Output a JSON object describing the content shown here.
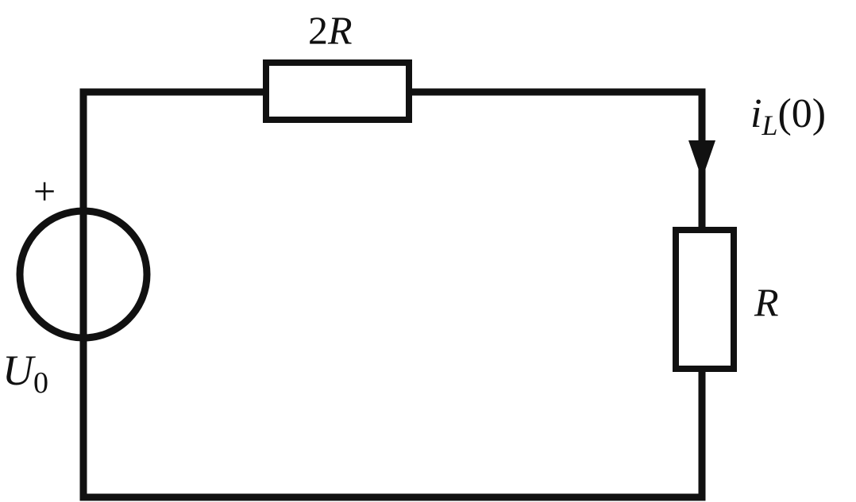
{
  "diagram": {
    "type": "circuit",
    "components": {
      "top_resistor": {
        "label_num": "2",
        "label_sym": "R"
      },
      "right_resistor": {
        "label": "R"
      },
      "voltage_source": {
        "plus_sign": "+",
        "label_sym": "U",
        "label_sub": "0"
      },
      "current_arrow": {
        "label_sym": "i",
        "label_sub": "L",
        "label_arg": "(0)"
      }
    }
  }
}
